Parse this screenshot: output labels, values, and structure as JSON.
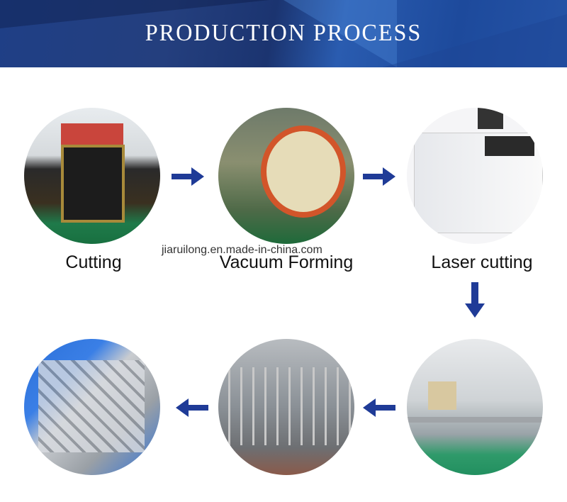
{
  "header": {
    "title": "PRODUCTION PROCESS"
  },
  "watermark": "jiaruilong.en.made-in-china.com",
  "steps": [
    {
      "label": "Cutting",
      "icon": "cutting-machine-photo"
    },
    {
      "label": "Vacuum Forming",
      "icon": "autoclave-photo"
    },
    {
      "label": "Laser cutting",
      "icon": "laser-cutter-photo"
    },
    {
      "label": "",
      "icon": "assembly-line-photo"
    },
    {
      "label": "",
      "icon": "conveyor-rack-photo"
    },
    {
      "label": "",
      "icon": "finished-products-photo"
    }
  ],
  "colors": {
    "arrow": "#1f3b97",
    "banner": "#1f3f86"
  }
}
